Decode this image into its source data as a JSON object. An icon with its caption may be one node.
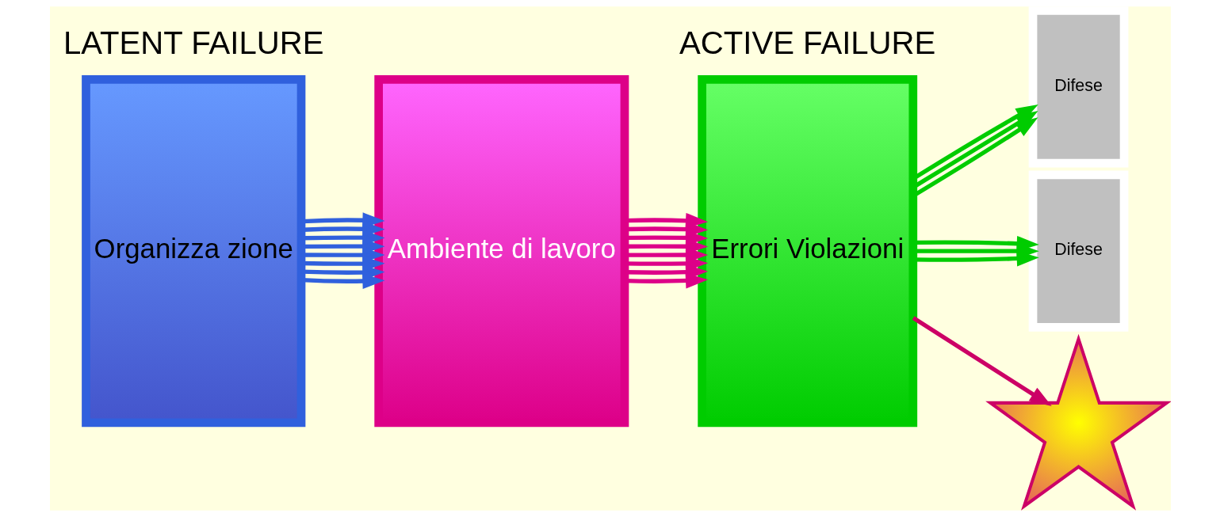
{
  "diagram": {
    "nodes": [
      {
        "text": [
          "Organizza zione"
        ]
      },
      {
        "text": [
          "Ambiente di lavoro"
        ]
      },
      {
        "text": [
          "Errori Violazioni"
        ]
      },
      {
        "text": [
          "Difese"
        ]
      },
      {
        "text": [
          "Difese"
        ]
      },
      {
        "text": [],
        "shape": "star"
      }
    ],
    "edges": [
      {
        "from": 0,
        "to": 1,
        "arrow": "to",
        "color": "#3060dd"
      },
      {
        "from": 0,
        "to": 1,
        "arrow": "to",
        "color": "#3060dd"
      },
      {
        "from": 0,
        "to": 1,
        "arrow": "to",
        "color": "#3060dd"
      },
      {
        "from": 0,
        "to": 1,
        "arrow": "to",
        "color": "#3060dd"
      },
      {
        "from": 0,
        "to": 1,
        "arrow": "to",
        "color": "#3060dd"
      },
      {
        "from": 0,
        "to": 1,
        "arrow": "to",
        "color": "#3060dd"
      },
      {
        "from": 0,
        "to": 1,
        "arrow": "to",
        "color": "#3060dd"
      },
      {
        "from": 0,
        "to": 1,
        "arrow": "to",
        "color": "#3060dd"
      },
      {
        "from": 1,
        "to": 2,
        "arrow": "to",
        "color": "#dd0088"
      },
      {
        "from": 1,
        "to": 2,
        "arrow": "to",
        "color": "#dd0088"
      },
      {
        "from": 1,
        "to": 2,
        "arrow": "to",
        "color": "#dd0088"
      },
      {
        "from": 1,
        "to": 2,
        "arrow": "to",
        "color": "#dd0088"
      },
      {
        "from": 1,
        "to": 2,
        "arrow": "to",
        "color": "#dd0088"
      },
      {
        "from": 1,
        "to": 2,
        "arrow": "to",
        "color": "#dd0088"
      },
      {
        "from": 1,
        "to": 2,
        "arrow": "to",
        "color": "#dd0088"
      },
      {
        "from": 1,
        "to": 2,
        "arrow": "to",
        "color": "#dd0088"
      },
      {
        "from": 2,
        "to": 3,
        "arrow": "to",
        "color": "#00cc00"
      },
      {
        "from": 2,
        "to": 3,
        "arrow": "to",
        "color": "#00cc00"
      },
      {
        "from": 2,
        "to": 3,
        "arrow": "to",
        "color": "#00cc00"
      },
      {
        "from": 2,
        "to": 4,
        "arrow": "to",
        "color": "#00cc00"
      },
      {
        "from": 2,
        "to": 4,
        "arrow": "to",
        "color": "#00cc00"
      },
      {
        "from": 2,
        "to": 4,
        "arrow": "to",
        "color": "#00cc00"
      },
      {
        "from": 2,
        "to": 5,
        "arrow": "to",
        "color": "#cc0066"
      }
    ],
    "labels": [
      "LATENT FAILURE",
      "ACTIVE FAILURE"
    ]
  }
}
